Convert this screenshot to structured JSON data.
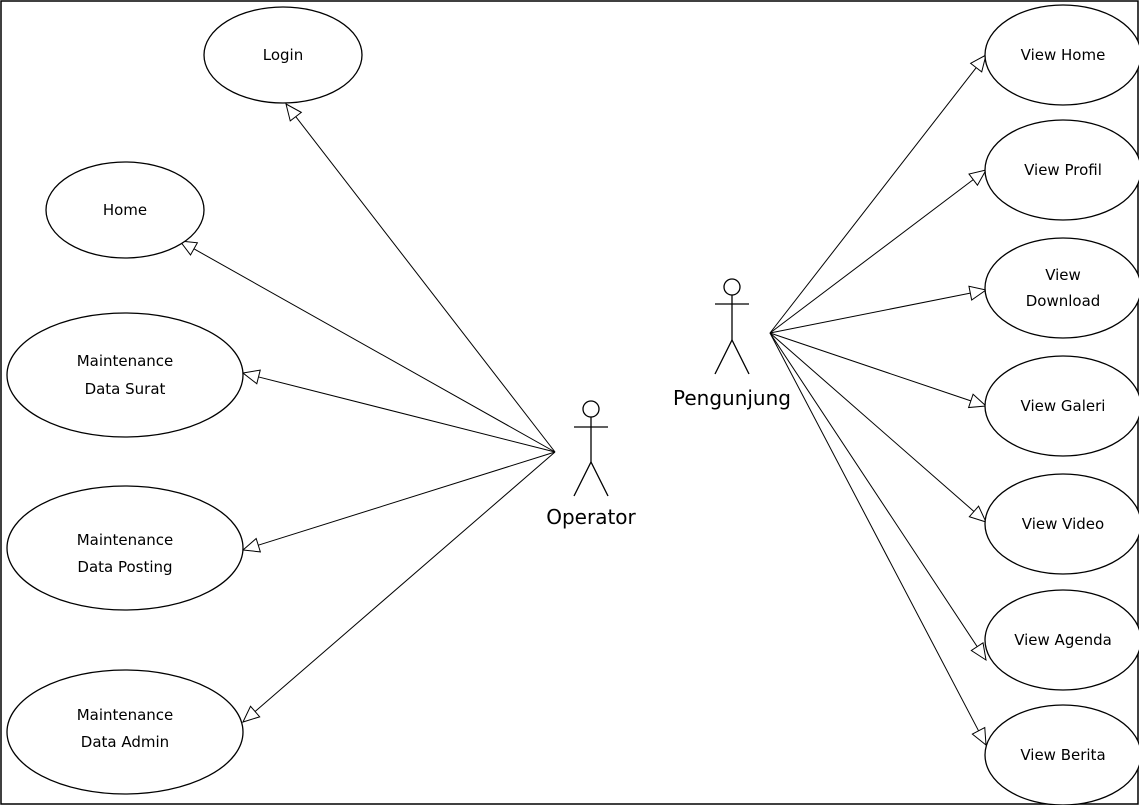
{
  "actors": {
    "operator": {
      "label": "Operator"
    },
    "pengunjung": {
      "label": "Pengunjung"
    }
  },
  "usecases": {
    "login": {
      "line1": "Login",
      "line2": ""
    },
    "home": {
      "line1": "Home",
      "line2": ""
    },
    "maint_surat": {
      "line1": "Maintenance",
      "line2": "Data Surat"
    },
    "maint_posting": {
      "line1": "Maintenance",
      "line2": "Data Posting"
    },
    "maint_admin": {
      "line1": "Maintenance",
      "line2": "Data Admin"
    },
    "view_home": {
      "line1": "View Home",
      "line2": ""
    },
    "view_profil": {
      "line1": "View Profil",
      "line2": ""
    },
    "view_download": {
      "line1": "View",
      "line2": "Download"
    },
    "view_galeri": {
      "line1": "View Galeri",
      "line2": ""
    },
    "view_video": {
      "line1": "View Video",
      "line2": ""
    },
    "view_agenda": {
      "line1": "View Agenda",
      "line2": ""
    },
    "view_berita": {
      "line1": "View Berita",
      "line2": ""
    }
  },
  "associations": [
    {
      "from": "operator",
      "to": "login"
    },
    {
      "from": "operator",
      "to": "home"
    },
    {
      "from": "operator",
      "to": "maint_surat"
    },
    {
      "from": "operator",
      "to": "maint_posting"
    },
    {
      "from": "operator",
      "to": "maint_admin"
    },
    {
      "from": "pengunjung",
      "to": "view_home"
    },
    {
      "from": "pengunjung",
      "to": "view_profil"
    },
    {
      "from": "pengunjung",
      "to": "view_download"
    },
    {
      "from": "pengunjung",
      "to": "view_galeri"
    },
    {
      "from": "pengunjung",
      "to": "view_video"
    },
    {
      "from": "pengunjung",
      "to": "view_agenda"
    },
    {
      "from": "pengunjung",
      "to": "view_berita"
    }
  ]
}
